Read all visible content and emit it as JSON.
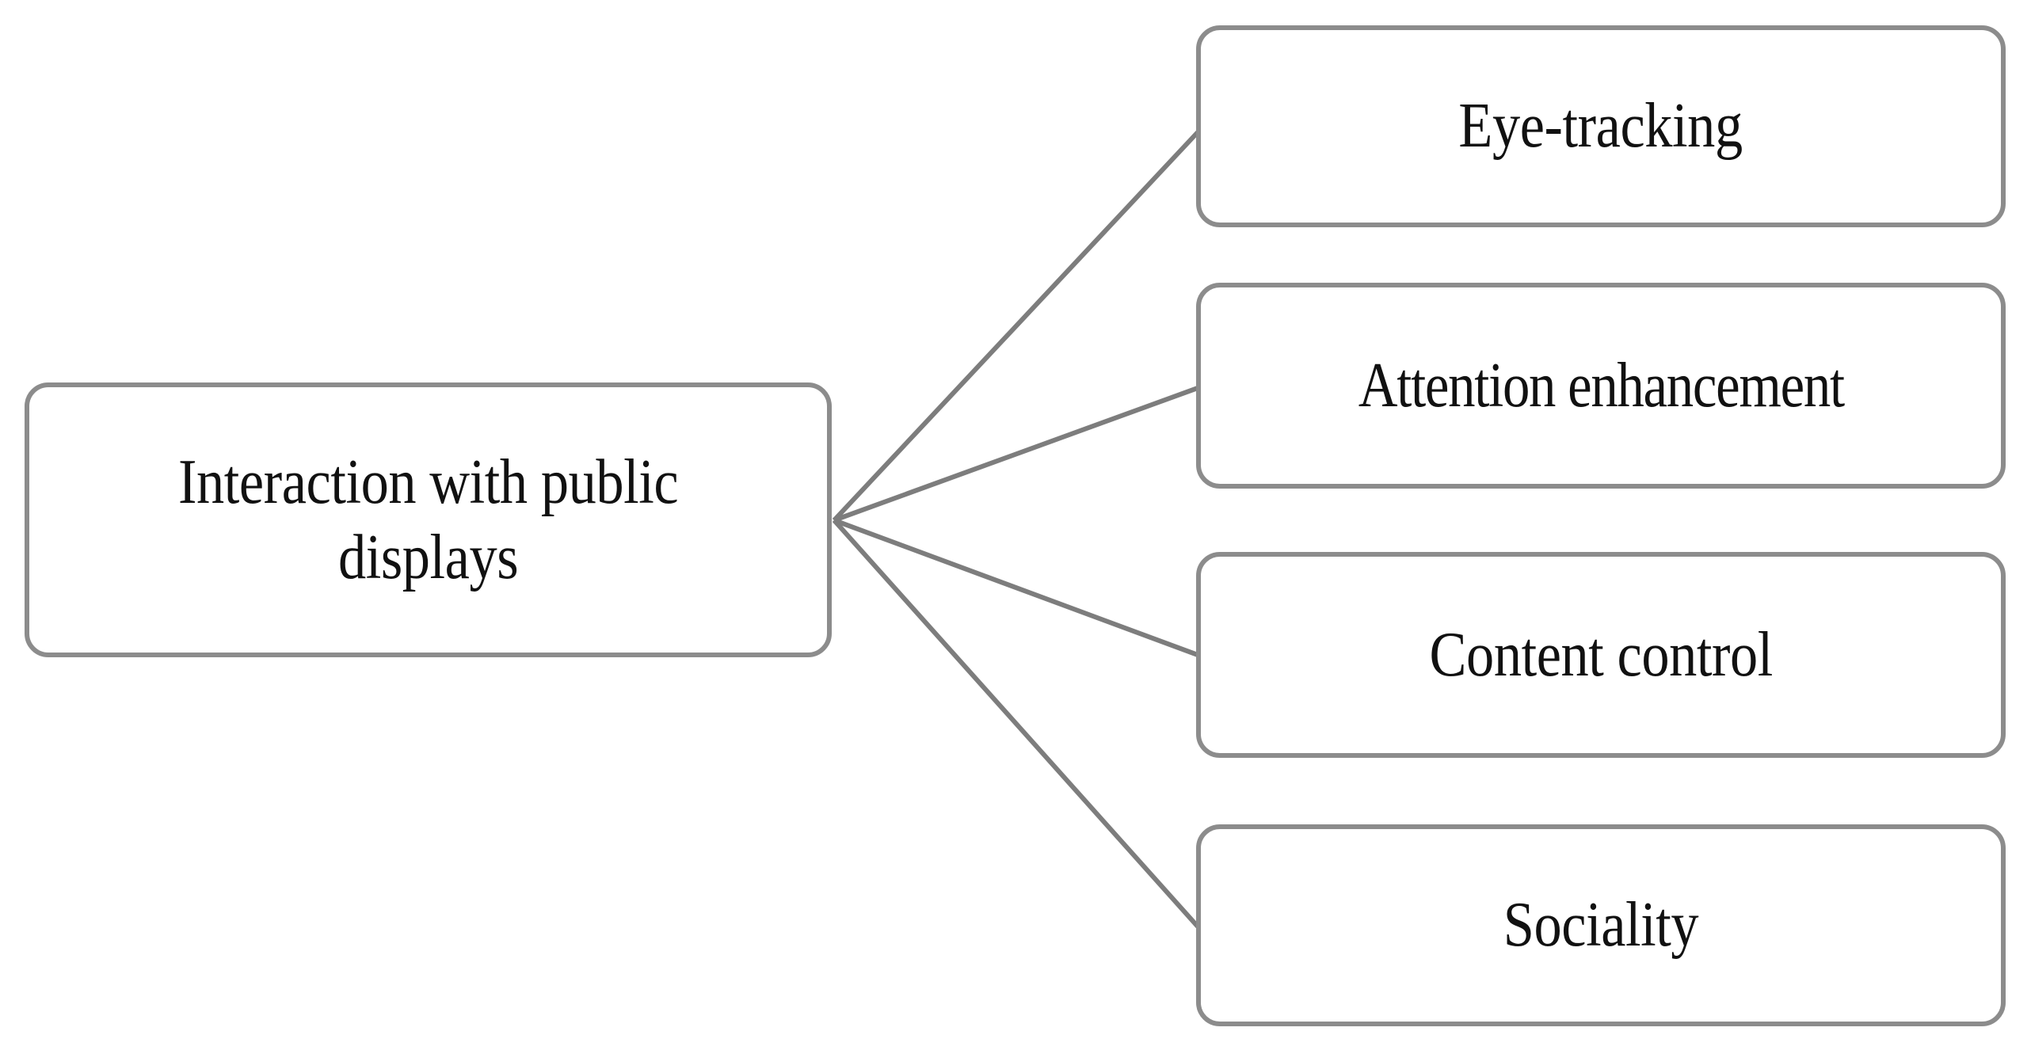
{
  "diagram": {
    "type": "radial-tree",
    "orientation": "left-to-right",
    "root": {
      "label": "Interaction with public\ndisplays",
      "label_line_1": "Interaction with public",
      "label_line_2": "displays"
    },
    "branches": [
      {
        "label": "Eye-tracking"
      },
      {
        "label": "Attention enhancement"
      },
      {
        "label": "Content control"
      },
      {
        "label": "Sociality"
      }
    ],
    "style": {
      "border_color": "#8c8c8c",
      "connector_color": "#7d7d7d",
      "box_fill": "#ffffff",
      "text_color": "#111111",
      "background": "#ffffff"
    },
    "connectors": [
      {
        "from": "root",
        "to": "Eye-tracking"
      },
      {
        "from": "root",
        "to": "Attention enhancement"
      },
      {
        "from": "root",
        "to": "Content control"
      },
      {
        "from": "root",
        "to": "Sociality"
      }
    ]
  }
}
